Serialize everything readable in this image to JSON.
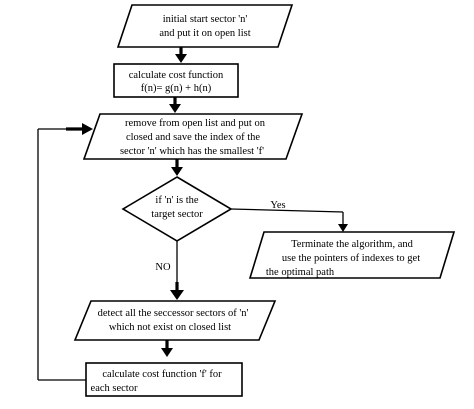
{
  "flowchart": {
    "start": {
      "line1": "initial start sector 'n'",
      "line2": "and put it on open list"
    },
    "cost": {
      "line1": "calculate cost function",
      "line2": "f(n)= g(n) + h(n)"
    },
    "remove": {
      "line1": "remove from open list and put on",
      "line2": "closed and save the index of the",
      "line3": "sector 'n' which has the smallest 'f'"
    },
    "decision": {
      "line1": "if 'n' is the",
      "line2": "target sector"
    },
    "yes_label": "Yes",
    "no_label": "NO",
    "terminate": {
      "line1": "Terminate the algorithm, and",
      "line2": "use the pointers of indexes to get",
      "line3": "the optimal path"
    },
    "detect": {
      "line1": "detect all the seccessor sectors of 'n'",
      "line2": "which not exist on closed list"
    },
    "sector_cost": {
      "line1": "calculate cost function 'f' for",
      "line2": "each sector"
    }
  }
}
